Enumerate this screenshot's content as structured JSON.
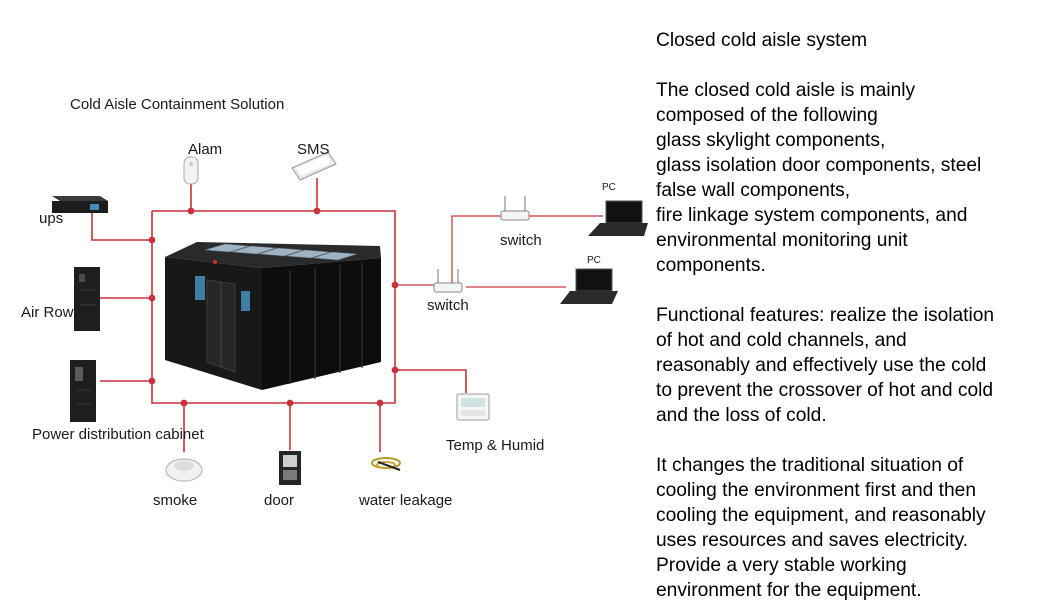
{
  "diagram": {
    "title": "Cold Aisle Containment Solution",
    "labels": {
      "alarm": "Alam",
      "sms": "SMS",
      "ups": "ups",
      "air_row": "Air Row",
      "power_cabinet": "Power distribution cabinet",
      "switch_top": "switch",
      "switch_mid": "switch",
      "pc_top": "PC",
      "pc_bottom": "PC",
      "temp_humid": "Temp & Humid",
      "smoke": "smoke",
      "door": "door",
      "water_leakage": "water leakage"
    },
    "colors": {
      "link": "#c9343a",
      "net": "#8a8a8a",
      "cabinet": "#1b1b1b"
    }
  },
  "description": {
    "heading": "Closed cold aisle system",
    "para1": [
      "The closed cold aisle is mainly",
      "composed of the following",
      "glass skylight components,",
      "glass isolation door components, steel",
      "false wall components,",
      "fire linkage system components, and",
      "environmental monitoring unit",
      "components."
    ],
    "para2": [
      "Functional features: realize the isolation",
      "of hot and cold channels, and",
      "reasonably and effectively use the cold",
      "to prevent the crossover of hot and cold",
      "and the loss of cold."
    ],
    "para3": [
      "It changes the traditional situation of",
      "cooling the environment first and then",
      "cooling the equipment, and reasonably",
      "uses resources and saves electricity.",
      "Provide a very stable working",
      "environment for the equipment."
    ]
  }
}
